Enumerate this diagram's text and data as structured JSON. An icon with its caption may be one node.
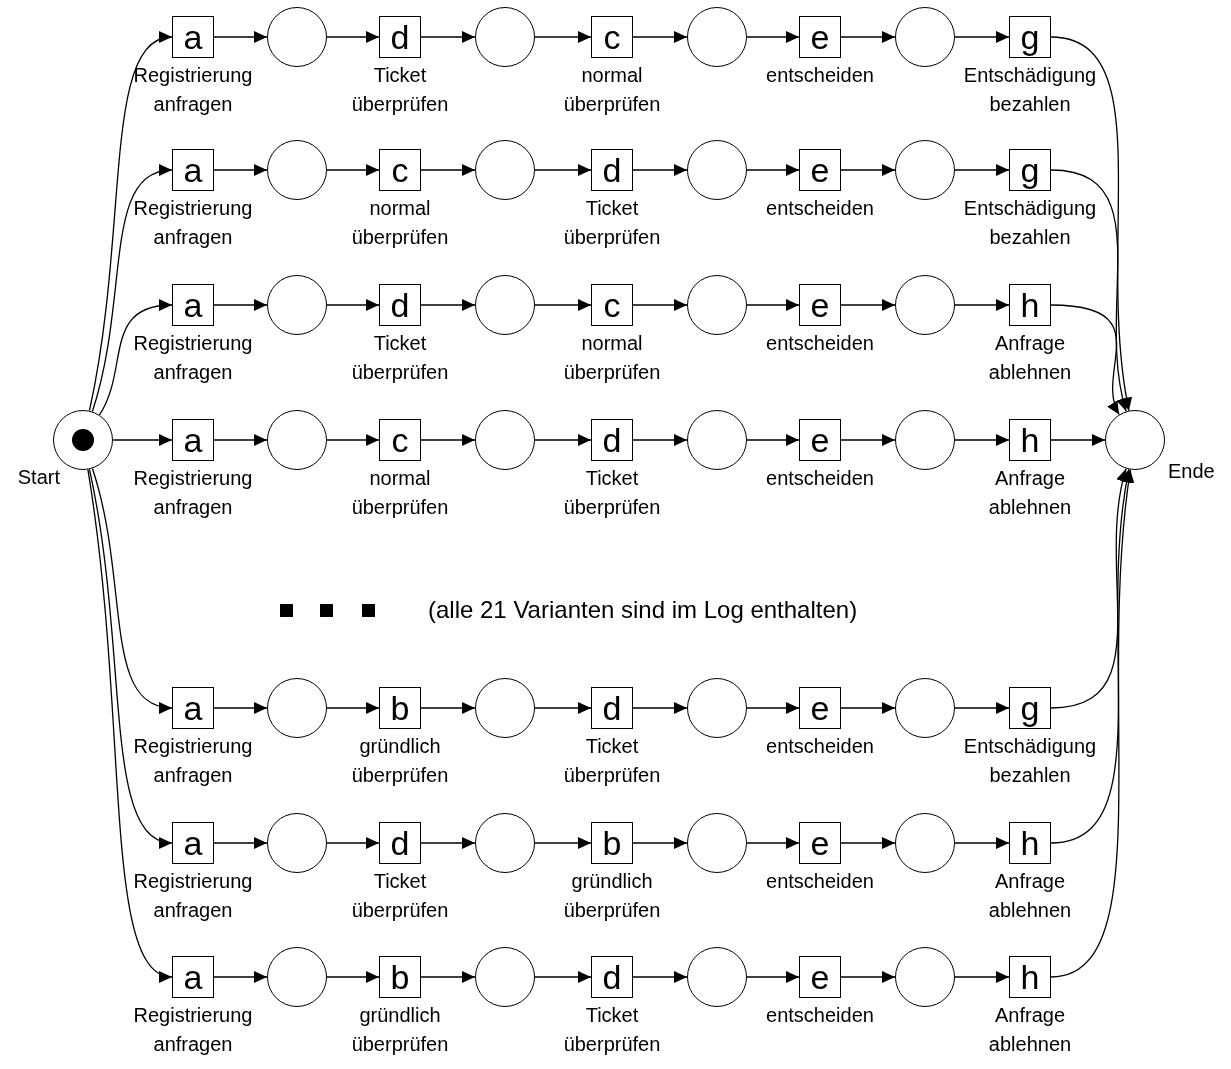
{
  "diagram": {
    "nodes": [
      {
        "text": [],
        "shape": "circle",
        "beside": [
          "Start"
        ]
      },
      {
        "text": [
          "a",
          "Registrierung anfragen"
        ]
      },
      {
        "text": [],
        "shape": "circle"
      },
      {
        "text": [
          "d",
          "Ticket überprüfen"
        ]
      },
      {
        "text": [],
        "shape": "circle"
      },
      {
        "text": [
          "c",
          "normal überprüfen"
        ]
      },
      {
        "text": [],
        "shape": "circle"
      },
      {
        "text": [
          "e",
          "entscheiden"
        ]
      },
      {
        "text": [],
        "shape": "circle"
      },
      {
        "text": [
          "g",
          "Entschädigung bezahlen"
        ]
      },
      {
        "text": [
          "a",
          "Registrierung anfragen"
        ]
      },
      {
        "text": [],
        "shape": "circle"
      },
      {
        "text": [
          "c",
          "normal überprüfen"
        ]
      },
      {
        "text": [],
        "shape": "circle"
      },
      {
        "text": [
          "d",
          "Ticket überprüfen"
        ]
      },
      {
        "text": [],
        "shape": "circle"
      },
      {
        "text": [
          "e",
          "entscheiden"
        ]
      },
      {
        "text": [],
        "shape": "circle"
      },
      {
        "text": [
          "g",
          "Entschädigung bezahlen"
        ]
      },
      {
        "text": [
          "a",
          "Registrierung anfragen"
        ]
      },
      {
        "text": [],
        "shape": "circle"
      },
      {
        "text": [
          "d",
          "Ticket überprüfen"
        ]
      },
      {
        "text": [],
        "shape": "circle"
      },
      {
        "text": [
          "c",
          "normal überprüfen"
        ]
      },
      {
        "text": [],
        "shape": "circle"
      },
      {
        "text": [
          "e",
          "entscheiden"
        ]
      },
      {
        "text": [],
        "shape": "circle"
      },
      {
        "text": [
          "h",
          "Anfrage ablehnen"
        ]
      },
      {
        "text": [
          "a",
          "Registrierung anfragen"
        ]
      },
      {
        "text": [],
        "shape": "circle"
      },
      {
        "text": [
          "c",
          "normal überprüfen"
        ]
      },
      {
        "text": [],
        "shape": "circle"
      },
      {
        "text": [
          "d",
          "Ticket überprüfen"
        ]
      },
      {
        "text": [],
        "shape": "circle"
      },
      {
        "text": [
          "e",
          "entscheiden"
        ]
      },
      {
        "text": [],
        "shape": "circle"
      },
      {
        "text": [
          "h",
          "Anfrage ablehnen"
        ]
      },
      {
        "text": [
          "a",
          "Registrierung anfragen"
        ]
      },
      {
        "text": [],
        "shape": "circle"
      },
      {
        "text": [
          "b",
          "gründlich überprüfen"
        ]
      },
      {
        "text": [],
        "shape": "circle"
      },
      {
        "text": [
          "d",
          "Ticket überprüfen"
        ]
      },
      {
        "text": [],
        "shape": "circle"
      },
      {
        "text": [
          "e",
          "entscheiden"
        ]
      },
      {
        "text": [],
        "shape": "circle"
      },
      {
        "text": [
          "g",
          "Entschädigung bezahlen"
        ]
      },
      {
        "text": [
          "a",
          "Registrierung anfragen"
        ]
      },
      {
        "text": [],
        "shape": "circle"
      },
      {
        "text": [
          "d",
          "Ticket überprüfen"
        ]
      },
      {
        "text": [],
        "shape": "circle"
      },
      {
        "text": [
          "b",
          "gründlich überprüfen"
        ]
      },
      {
        "text": [],
        "shape": "circle"
      },
      {
        "text": [
          "e",
          "entscheiden"
        ]
      },
      {
        "text": [],
        "shape": "circle"
      },
      {
        "text": [
          "h",
          "Anfrage ablehnen"
        ]
      },
      {
        "text": [
          "a",
          "Registrierung anfragen"
        ]
      },
      {
        "text": [],
        "shape": "circle"
      },
      {
        "text": [
          "b",
          "gründlich überprüfen"
        ]
      },
      {
        "text": [],
        "shape": "circle"
      },
      {
        "text": [
          "d",
          "Ticket überprüfen"
        ]
      },
      {
        "text": [],
        "shape": "circle"
      },
      {
        "text": [
          "e",
          "entscheiden"
        ]
      },
      {
        "text": [],
        "shape": "circle"
      },
      {
        "text": [
          "h",
          "Anfrage ablehnen"
        ]
      },
      {
        "text": [],
        "shape": "circle",
        "beside": [
          "Ende"
        ]
      }
    ],
    "edges": [
      {
        "from": 0,
        "to": 1,
        "arrow": "to"
      },
      {
        "from": 1,
        "to": 2,
        "arrow": "to"
      },
      {
        "from": 2,
        "to": 3,
        "arrow": "to"
      },
      {
        "from": 3,
        "to": 4,
        "arrow": "to"
      },
      {
        "from": 4,
        "to": 5,
        "arrow": "to"
      },
      {
        "from": 5,
        "to": 6,
        "arrow": "to"
      },
      {
        "from": 6,
        "to": 7,
        "arrow": "to"
      },
      {
        "from": 7,
        "to": 8,
        "arrow": "to"
      },
      {
        "from": 8,
        "to": 9,
        "arrow": "to"
      },
      {
        "from": 9,
        "to": 64,
        "arrow": "to"
      },
      {
        "from": 0,
        "to": 10,
        "arrow": "to"
      },
      {
        "from": 10,
        "to": 11,
        "arrow": "to"
      },
      {
        "from": 11,
        "to": 12,
        "arrow": "to"
      },
      {
        "from": 12,
        "to": 13,
        "arrow": "to"
      },
      {
        "from": 13,
        "to": 14,
        "arrow": "to"
      },
      {
        "from": 14,
        "to": 15,
        "arrow": "to"
      },
      {
        "from": 15,
        "to": 16,
        "arrow": "to"
      },
      {
        "from": 16,
        "to": 17,
        "arrow": "to"
      },
      {
        "from": 17,
        "to": 18,
        "arrow": "to"
      },
      {
        "from": 18,
        "to": 64,
        "arrow": "to"
      },
      {
        "from": 0,
        "to": 19,
        "arrow": "to"
      },
      {
        "from": 19,
        "to": 20,
        "arrow": "to"
      },
      {
        "from": 20,
        "to": 21,
        "arrow": "to"
      },
      {
        "from": 21,
        "to": 22,
        "arrow": "to"
      },
      {
        "from": 22,
        "to": 23,
        "arrow": "to"
      },
      {
        "from": 23,
        "to": 24,
        "arrow": "to"
      },
      {
        "from": 24,
        "to": 25,
        "arrow": "to"
      },
      {
        "from": 25,
        "to": 26,
        "arrow": "to"
      },
      {
        "from": 26,
        "to": 27,
        "arrow": "to"
      },
      {
        "from": 27,
        "to": 64,
        "arrow": "to"
      },
      {
        "from": 0,
        "to": 28,
        "arrow": "to"
      },
      {
        "from": 28,
        "to": 29,
        "arrow": "to"
      },
      {
        "from": 29,
        "to": 30,
        "arrow": "to"
      },
      {
        "from": 30,
        "to": 31,
        "arrow": "to"
      },
      {
        "from": 31,
        "to": 32,
        "arrow": "to"
      },
      {
        "from": 32,
        "to": 33,
        "arrow": "to"
      },
      {
        "from": 33,
        "to": 34,
        "arrow": "to"
      },
      {
        "from": 34,
        "to": 35,
        "arrow": "to"
      },
      {
        "from": 35,
        "to": 36,
        "arrow": "to"
      },
      {
        "from": 36,
        "to": 64,
        "arrow": "to"
      },
      {
        "from": 0,
        "to": 37,
        "arrow": "to"
      },
      {
        "from": 37,
        "to": 38,
        "arrow": "to"
      },
      {
        "from": 38,
        "to": 39,
        "arrow": "to"
      },
      {
        "from": 39,
        "to": 40,
        "arrow": "to"
      },
      {
        "from": 40,
        "to": 41,
        "arrow": "to"
      },
      {
        "from": 41,
        "to": 42,
        "arrow": "to"
      },
      {
        "from": 42,
        "to": 43,
        "arrow": "to"
      },
      {
        "from": 43,
        "to": 44,
        "arrow": "to"
      },
      {
        "from": 44,
        "to": 45,
        "arrow": "to"
      },
      {
        "from": 45,
        "to": 64,
        "arrow": "to"
      },
      {
        "from": 0,
        "to": 46,
        "arrow": "to"
      },
      {
        "from": 46,
        "to": 47,
        "arrow": "to"
      },
      {
        "from": 47,
        "to": 48,
        "arrow": "to"
      },
      {
        "from": 48,
        "to": 49,
        "arrow": "to"
      },
      {
        "from": 49,
        "to": 50,
        "arrow": "to"
      },
      {
        "from": 50,
        "to": 51,
        "arrow": "to"
      },
      {
        "from": 51,
        "to": 52,
        "arrow": "to"
      },
      {
        "from": 52,
        "to": 53,
        "arrow": "to"
      },
      {
        "from": 53,
        "to": 54,
        "arrow": "to"
      },
      {
        "from": 54,
        "to": 64,
        "arrow": "to"
      },
      {
        "from": 0,
        "to": 55,
        "arrow": "to"
      },
      {
        "from": 55,
        "to": 56,
        "arrow": "to"
      },
      {
        "from": 56,
        "to": 57,
        "arrow": "to"
      },
      {
        "from": 57,
        "to": 58,
        "arrow": "to"
      },
      {
        "from": 58,
        "to": 59,
        "arrow": "to"
      },
      {
        "from": 59,
        "to": 60,
        "arrow": "to"
      },
      {
        "from": 60,
        "to": 61,
        "arrow": "to"
      },
      {
        "from": 61,
        "to": 62,
        "arrow": "to"
      },
      {
        "from": 62,
        "to": 63,
        "arrow": "to"
      },
      {
        "from": 63,
        "to": 64,
        "arrow": "to"
      }
    ],
    "labels": [
      "(alle 21 Varianten sind im Log enthalten)"
    ]
  }
}
